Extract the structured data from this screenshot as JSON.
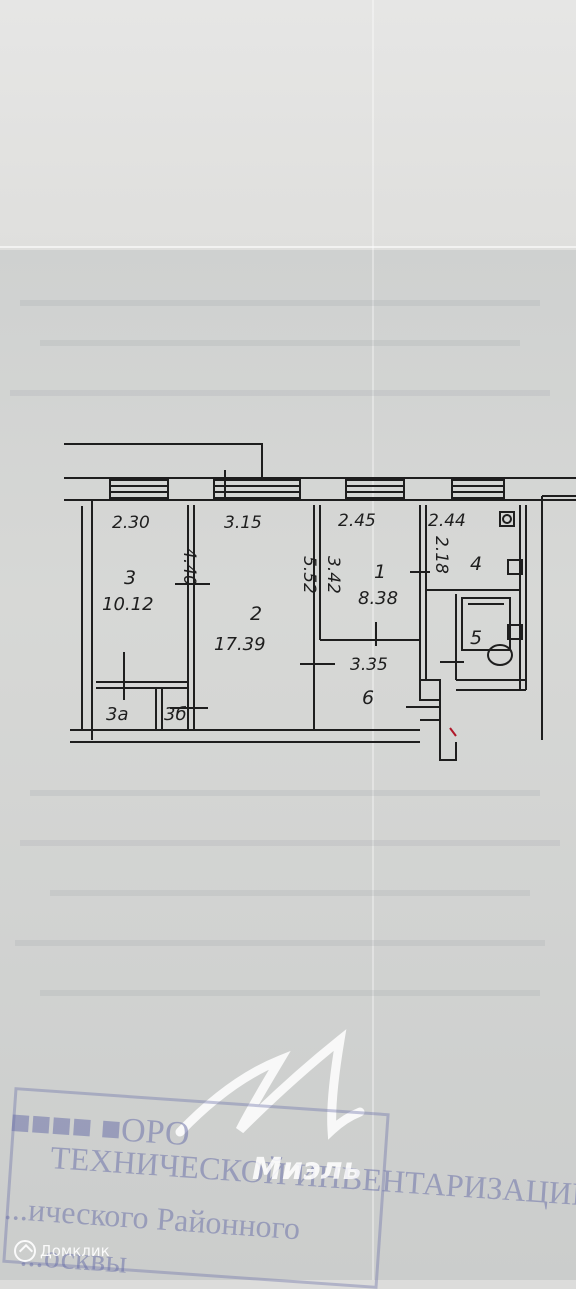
{
  "floor_plan": {
    "rooms": [
      {
        "number": "3",
        "area": "10.12",
        "width": "2.30",
        "depth": "4.40"
      },
      {
        "number": "2",
        "area": "17.39",
        "width": "3.15",
        "depth": "5.52"
      },
      {
        "number": "1",
        "area": "8.38",
        "width": "2.45",
        "depth": "3.42"
      },
      {
        "number": "4",
        "width": "2.44",
        "depth": "2.18"
      },
      {
        "number": "5"
      },
      {
        "number": "6",
        "width": "3.35"
      },
      {
        "number": "3а"
      },
      {
        "number": "3б"
      }
    ]
  },
  "watermark": {
    "brand": "Миэль"
  },
  "badge": {
    "brand": "Домклик"
  },
  "stamp": {
    "line1": "ТЕХНИЧЕСКОЙ ИНВЕНТАРИЗАЦИИ",
    "line2": "...ического Районного",
    "line3": "...осквы"
  },
  "colors": {
    "ink": "#1e1e1e",
    "paper": "#d7d8d6",
    "stamp": "#6e73aa"
  }
}
